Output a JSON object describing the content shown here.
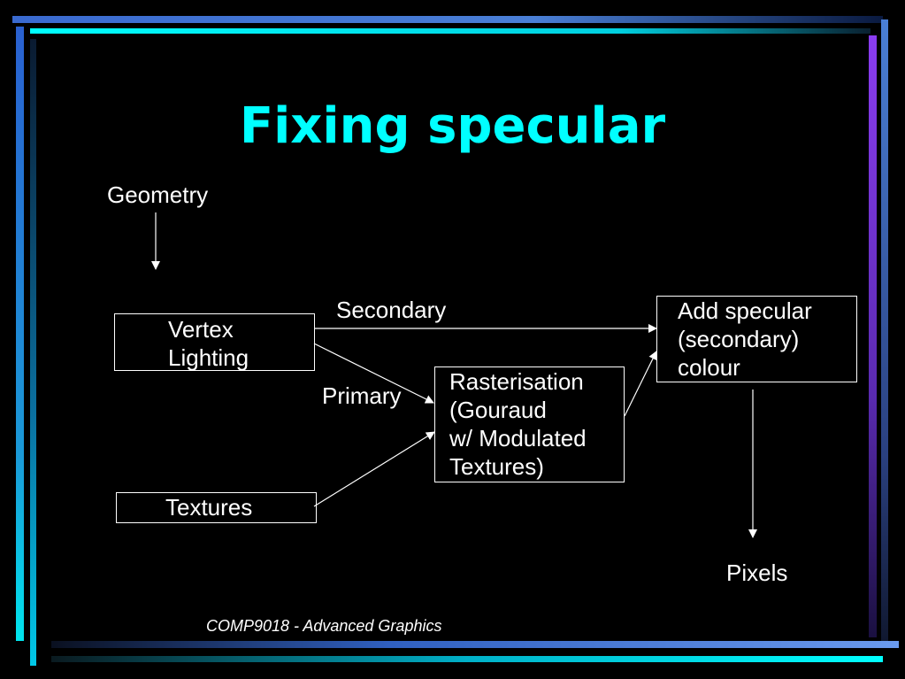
{
  "title": "Fixing specular",
  "footer": "COMP9018 - Advanced Graphics",
  "nodes": {
    "geometry": "Geometry",
    "vertex_lighting": [
      "Vertex",
      "Lighting"
    ],
    "textures": "Textures",
    "rasterisation": [
      "Rasterisation",
      "(Gouraud",
      "w/ Modulated",
      "Textures)"
    ],
    "add_specular": [
      "Add specular",
      "(secondary)",
      "colour"
    ],
    "pixels": "Pixels"
  },
  "edges": {
    "secondary": "Secondary",
    "primary": "Primary"
  },
  "colors": {
    "background": "#000000",
    "title": "#00ffff",
    "text": "#ffffff",
    "frame_cyan": "#00e5ee",
    "frame_blue": "#4a7fd6",
    "frame_purple": "#8a3cf0"
  }
}
